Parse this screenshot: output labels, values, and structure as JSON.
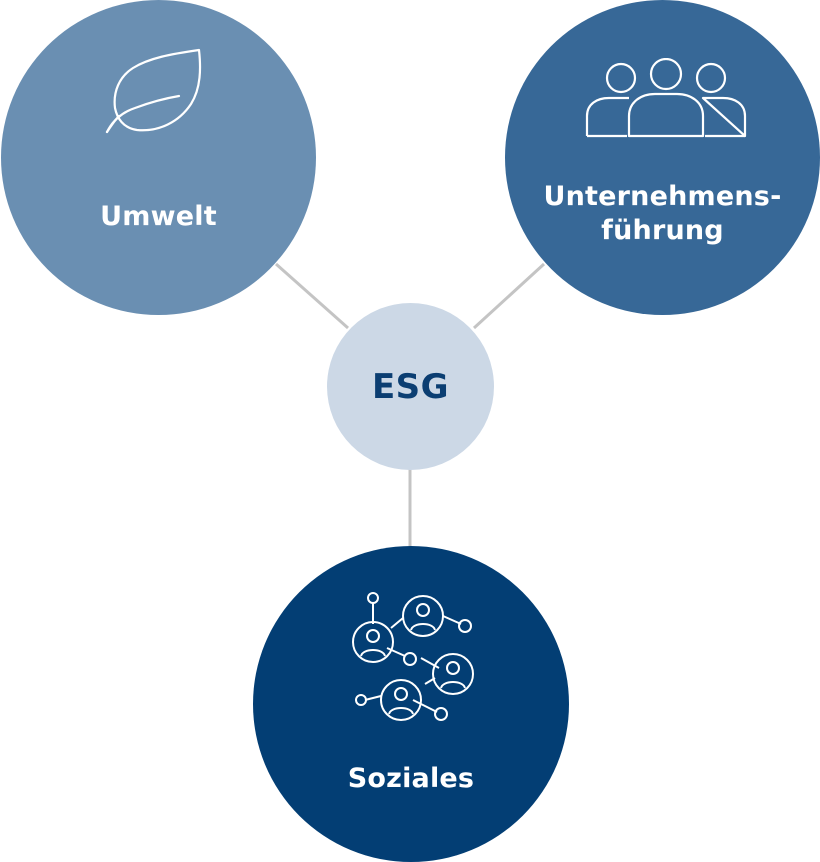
{
  "colors": {
    "umwelt": "#6A8FB2",
    "governance": "#376897",
    "social": "#033E74",
    "center_fill": "#CCD8E6",
    "center_text": "#0B3E72",
    "connector": "#C4C4C4",
    "label": "#FFFFFF"
  },
  "center": {
    "label": "ESG"
  },
  "pillars": {
    "umwelt": {
      "label": "Umwelt",
      "icon": "leaf-icon"
    },
    "governance": {
      "label_line1": "Unternehmens-",
      "label_line2": "führung",
      "icon": "group-people-icon"
    },
    "social": {
      "label": "Soziales",
      "icon": "social-network-icon"
    }
  }
}
